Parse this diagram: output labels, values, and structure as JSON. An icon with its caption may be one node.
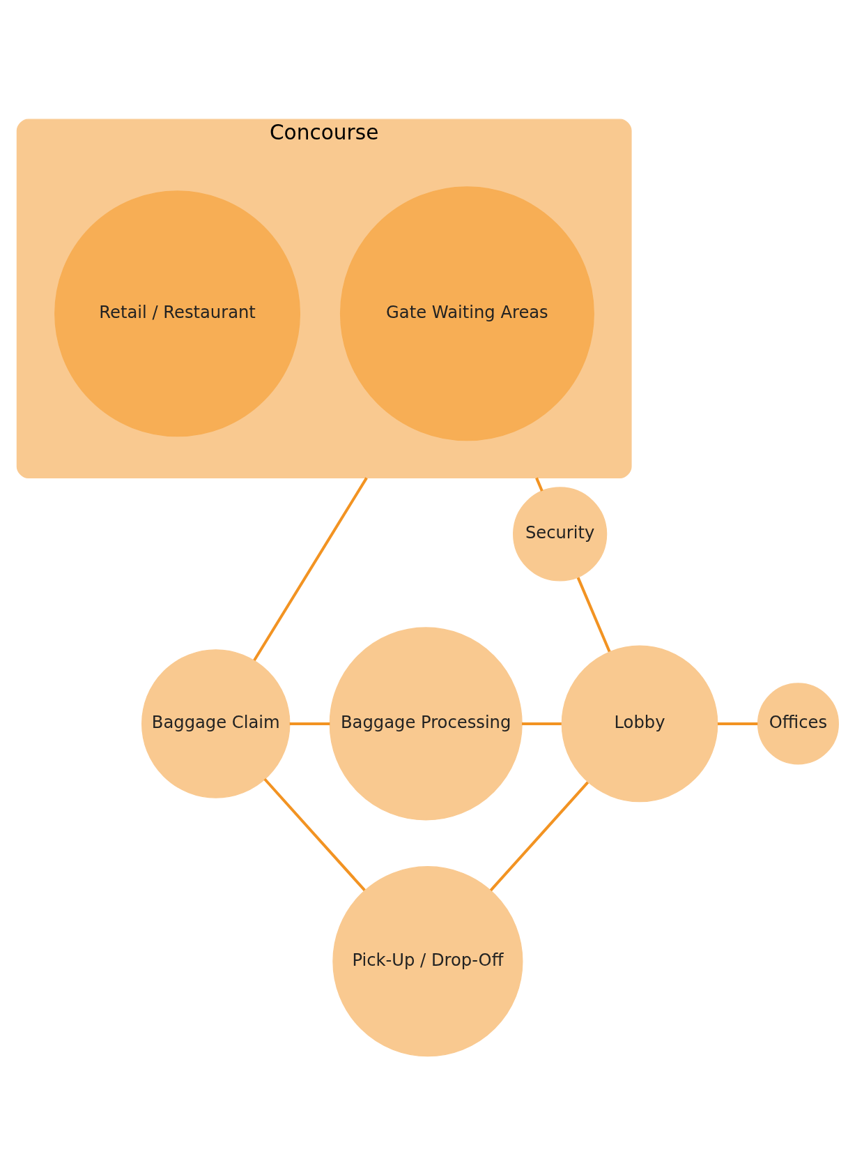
{
  "diagram": {
    "nodes": [
      {
        "text": [
          "Concourse"
        ]
      },
      {
        "text": [
          "Gate Waiting Areas"
        ],
        "in": 0
      },
      {
        "text": [
          "Retail / Restaurant"
        ],
        "in": 0
      },
      {
        "text": [
          "Security"
        ]
      },
      {
        "text": [
          "Baggage Claim"
        ]
      },
      {
        "text": [
          "Baggage Processing"
        ]
      },
      {
        "text": [
          "Lobby"
        ]
      },
      {
        "text": [
          "Offices"
        ]
      },
      {
        "text": [
          "Pick-Up / Drop-Off"
        ]
      }
    ],
    "edges": [
      {
        "from": 0,
        "to": 3,
        "arrow": "none"
      },
      {
        "from": 3,
        "to": 6,
        "arrow": "none"
      },
      {
        "from": 0,
        "to": 4,
        "arrow": "none"
      },
      {
        "from": 4,
        "to": 5,
        "arrow": "none"
      },
      {
        "from": 5,
        "to": 6,
        "arrow": "none"
      },
      {
        "from": 6,
        "to": 7,
        "arrow": "none"
      },
      {
        "from": 4,
        "to": 8,
        "arrow": "none"
      },
      {
        "from": 6,
        "to": 8,
        "arrow": "none"
      }
    ]
  }
}
